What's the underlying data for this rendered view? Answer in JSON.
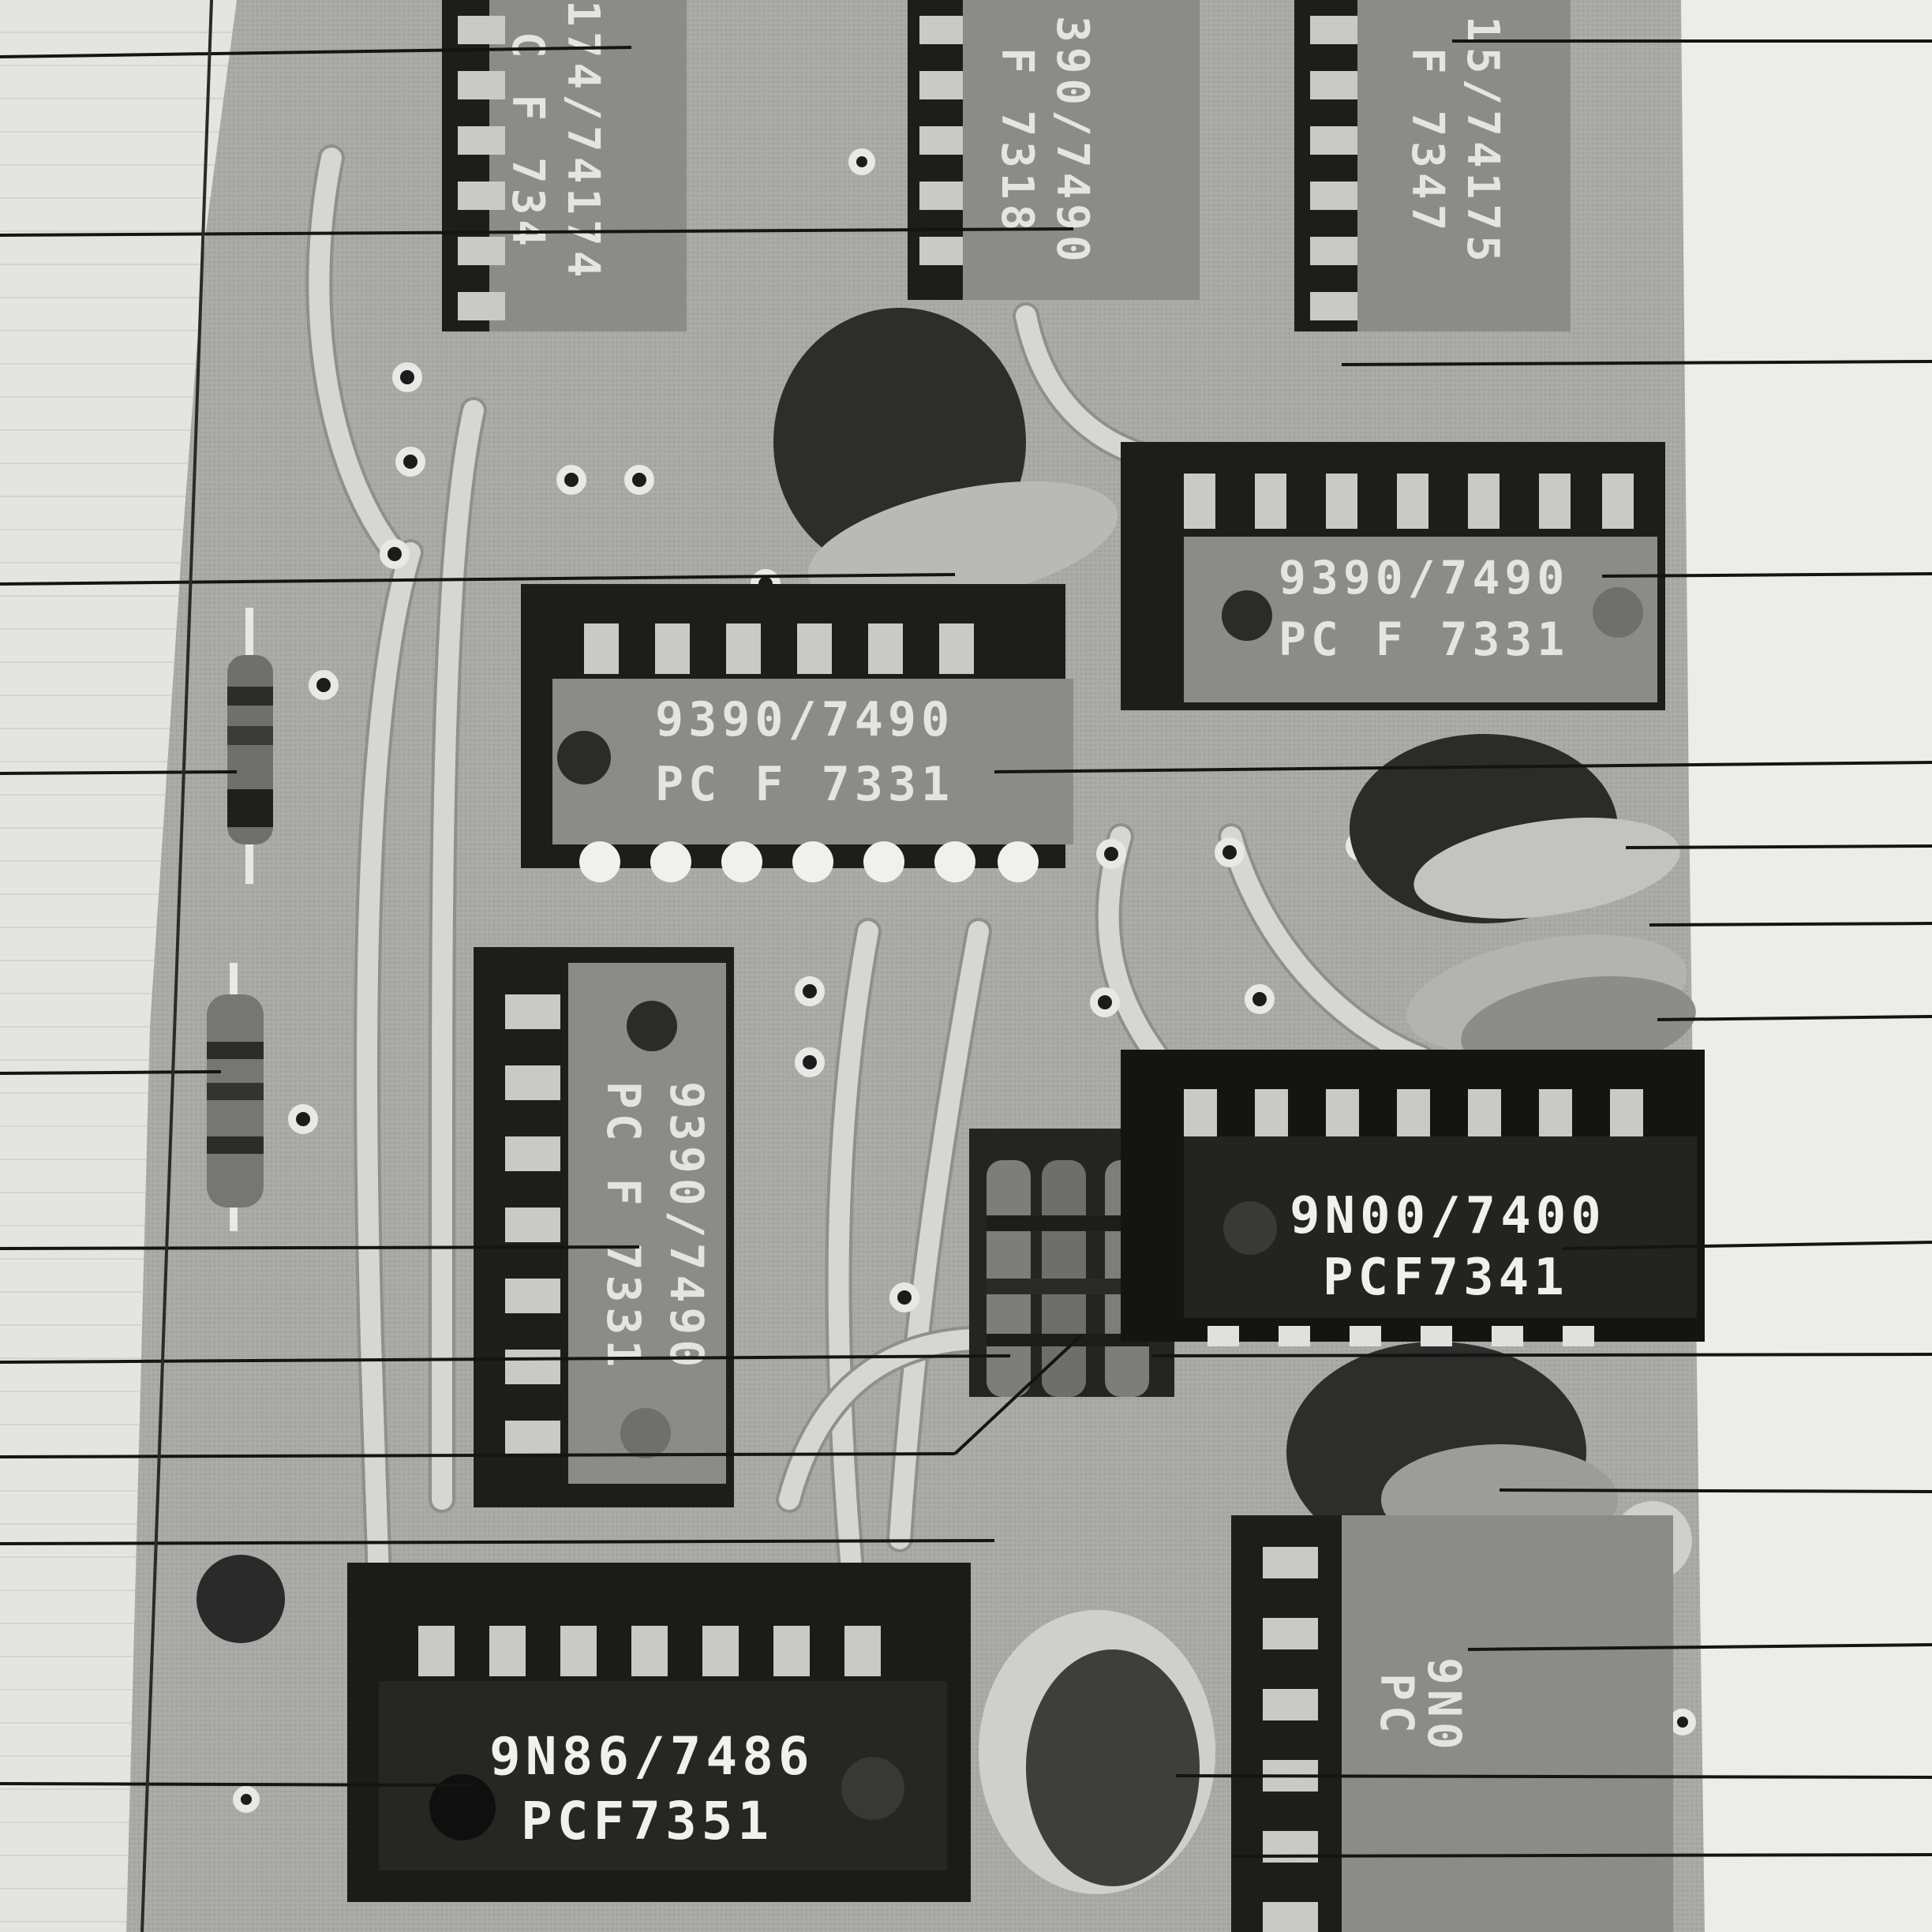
{
  "photo": {
    "chips": [
      {
        "id": "ic-top-left",
        "line1": "174/74174",
        "line2": "C F 734"
      },
      {
        "id": "ic-top-middle",
        "line1": "390/7490",
        "line2": "F 7318"
      },
      {
        "id": "ic-top-right",
        "line1": "15/74175",
        "line2": "F 7347"
      },
      {
        "id": "ic-right-upper",
        "line1": "9390/7490",
        "line2": "PC F 7331"
      },
      {
        "id": "ic-center",
        "line1": "9390/7490",
        "line2": "PC F 7331"
      },
      {
        "id": "ic-vertical",
        "line1": "9390/7490",
        "line2": "PC F 7331"
      },
      {
        "id": "ic-right-lower",
        "line1": "9N00/7400",
        "line2": "PCF7341"
      },
      {
        "id": "ic-bottom",
        "line1": "9N86/7486",
        "line2": "PCF7351"
      },
      {
        "id": "ic-bottom-right",
        "line1": "9N0",
        "line2": "PC"
      }
    ],
    "tones": {
      "paper": "#e6e6e3",
      "board": "#a9a9a6",
      "chip": "#8b8b88",
      "chip_dark": "#2c2c2b",
      "callout": "#141414"
    }
  }
}
